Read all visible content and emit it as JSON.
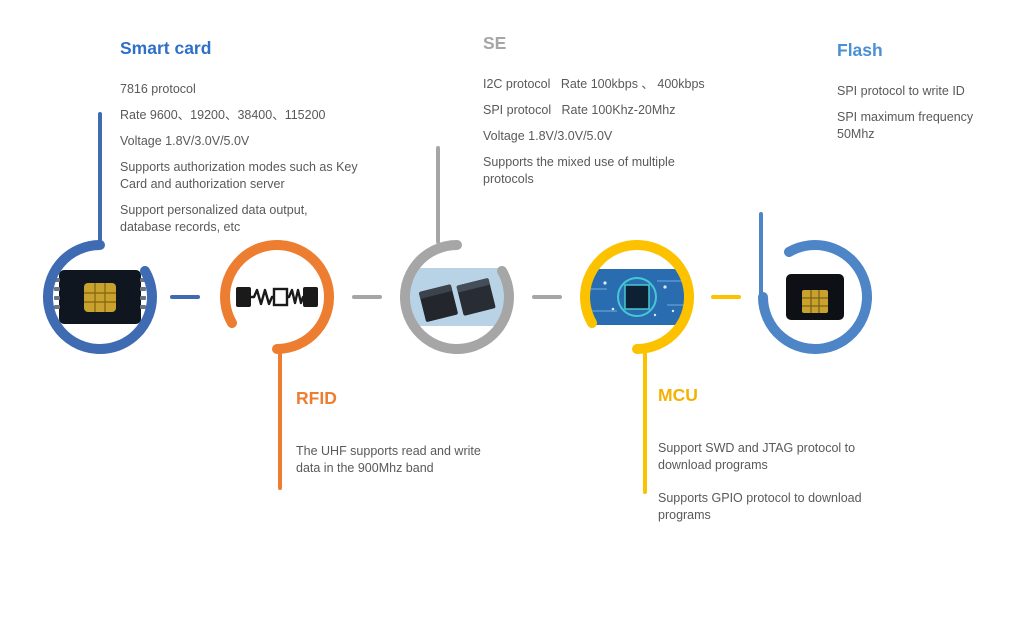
{
  "background": "#ffffff",
  "text_color": "#595959",
  "nodes": [
    {
      "id": "smart-card",
      "title": "Smart card",
      "title_color": "#2e6fc7",
      "ring_color": "#3e6bb2",
      "lines": [
        "7816 protocol",
        "Rate 9600、19200、38400、115200",
        "Voltage 1.8V/3.0V/5.0V",
        "Supports authorization modes such as Key Card and authorization server",
        "Support personalized data output, database records, etc"
      ]
    },
    {
      "id": "rfid",
      "title": "RFID",
      "title_color": "#ed7d31",
      "ring_color": "#ed7d31",
      "lines": [
        "The UHF supports read and write data in the 900Mhz band"
      ]
    },
    {
      "id": "se",
      "title": "SE",
      "title_color": "#a6a6a6",
      "ring_color": "#a6a6a6",
      "lines": [
        "I2C protocol   Rate 100kbps 、 400kbps",
        "SPI protocol   Rate 100Khz-20Mhz",
        "Voltage 1.8V/3.0V/5.0V",
        "Supports the mixed use of multiple protocols"
      ]
    },
    {
      "id": "mcu",
      "title": "MCU",
      "title_color": "#f5b100",
      "ring_color": "#fcc200",
      "lines": [
        "Support SWD and JTAG protocol to download programs",
        "Supports GPIO protocol to download programs"
      ]
    },
    {
      "id": "flash",
      "title": "Flash",
      "title_color": "#4a90d5",
      "ring_color": "#4d85c6",
      "lines": [
        "SPI protocol to write ID",
        "SPI maximum frequency 50Mhz"
      ]
    }
  ]
}
